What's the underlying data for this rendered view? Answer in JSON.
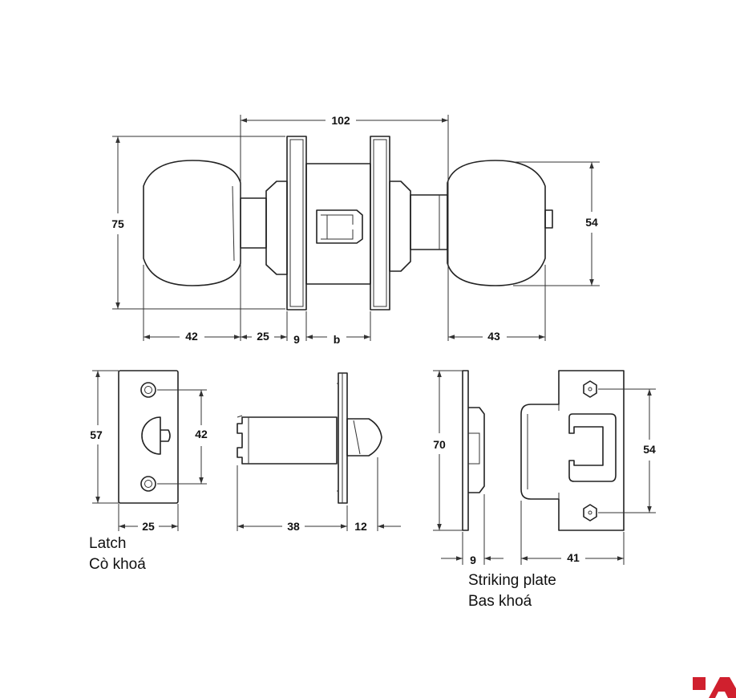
{
  "dimensions": {
    "overall_width": "102",
    "height_75": "75",
    "height_54": "54",
    "knob_left": "42",
    "rose_offset": "25",
    "rose_thickness": "9",
    "door_thickness": "b",
    "knob_right": "43",
    "latch_height": "57",
    "latch_hole_spacing": "42",
    "latch_width": "25",
    "latch_length": "38",
    "latch_projection": "12",
    "plate_height": "70",
    "plate_depth": "9",
    "plate_hole_spacing": "54",
    "plate_width": "41"
  },
  "captions": {
    "latch_en": "Latch",
    "latch_vi": "Cò khoá",
    "strike_en": "Striking plate",
    "strike_vi": "Bas khoá"
  },
  "colors": {
    "line": "#222222",
    "logo": "#d0202e"
  },
  "icons": {
    "logo": "brand-logo-icon"
  }
}
